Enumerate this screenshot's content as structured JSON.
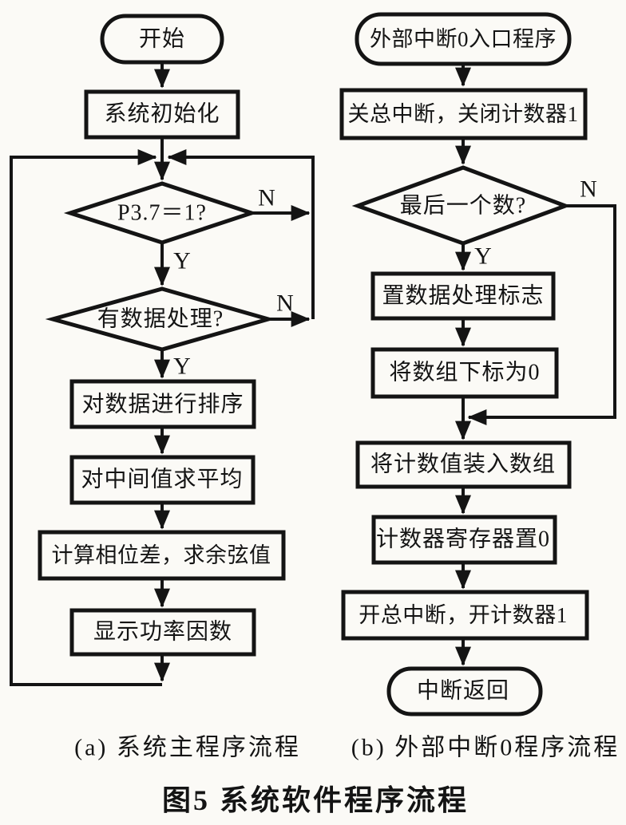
{
  "figure": {
    "caption_a": "(a) 系统主程序流程",
    "caption_b": "(b) 外部中断0程序流程",
    "title": "图5  系统软件程序流程"
  },
  "colors": {
    "ink": "#141414",
    "paper": "#fbfaf6"
  },
  "chart_a": {
    "nodes": {
      "start": "开始",
      "init": "系统初始化",
      "decision1": "P3.7＝1?",
      "decision2": "有数据处理?",
      "sort": "对数据进行排序",
      "average": "对中间值求平均",
      "phase": "计算相位差，求余弦值",
      "display": "显示功率因数"
    },
    "labels": {
      "yes": "Y",
      "no": "N"
    }
  },
  "chart_b": {
    "nodes": {
      "entry": "外部中断0入口程序",
      "disable": "关总中断，关闭计数器1",
      "decision": "最后一个数?",
      "flag": "置数据处理标志",
      "index0": "将数组下标为0",
      "load": "将计数值装入数组",
      "reg0": "计数器寄存器置0",
      "enable": "开总中断，开计数器1",
      "ret": "中断返回"
    },
    "labels": {
      "yes": "Y",
      "no": "N"
    }
  }
}
